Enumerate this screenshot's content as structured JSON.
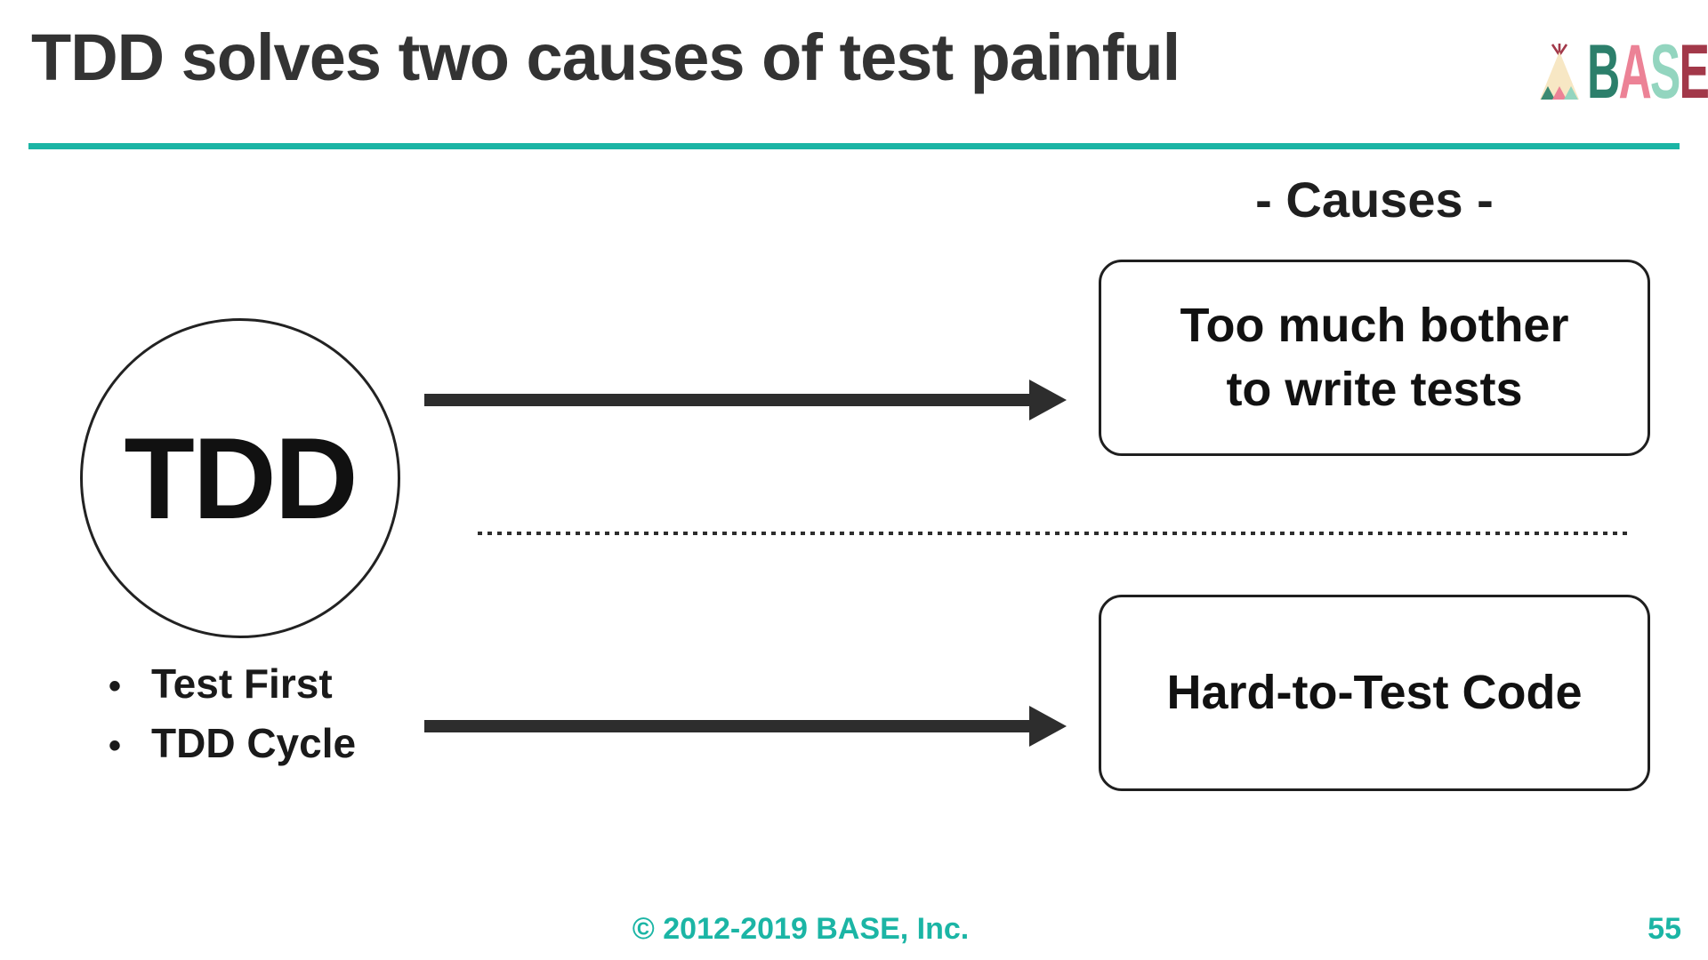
{
  "header": {
    "title": "TDD solves two causes of test painful",
    "logo": {
      "icon": "teepee-icon",
      "letters": [
        "B",
        "A",
        "S",
        "E"
      ]
    }
  },
  "diagram": {
    "causes_heading": "- Causes -",
    "circle_label": "TDD",
    "bullet_char": "•",
    "bullets": [
      "Test First",
      "TDD Cycle"
    ],
    "boxes": [
      {
        "lines": [
          "Too much bother",
          "to write tests"
        ]
      },
      {
        "lines": [
          "Hard-to-Test Code"
        ]
      }
    ]
  },
  "footer": {
    "copyright": "© 2012-2019 BASE, Inc.",
    "page_number": "55"
  },
  "colors": {
    "accent_teal": "#1BB5A5",
    "ink": "#2D2D2D",
    "title_gray": "#333333",
    "logo_green": "#2C7F6B",
    "logo_pink": "#EC8296",
    "logo_mint": "#93D5BF",
    "logo_maroon": "#A23849",
    "logo_cream": "#F7E7C4"
  }
}
